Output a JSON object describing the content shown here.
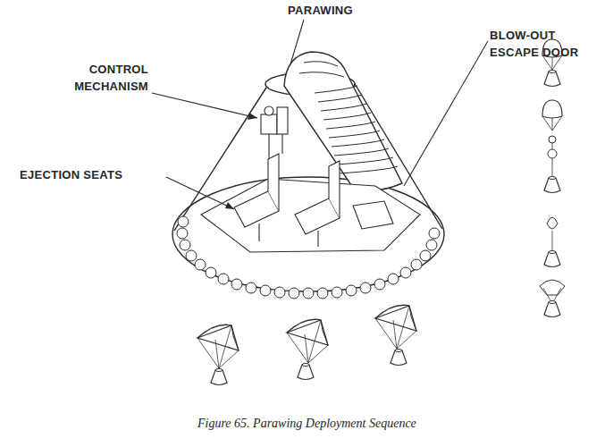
{
  "diagram": {
    "caption": "Figure 65. Parawing Deployment Sequence",
    "labels": [
      "PARAWING",
      "BLOW-OUT ESCAPE DOOR",
      "CONTROL MECHANISM",
      "EJECTION SEATS"
    ]
  }
}
